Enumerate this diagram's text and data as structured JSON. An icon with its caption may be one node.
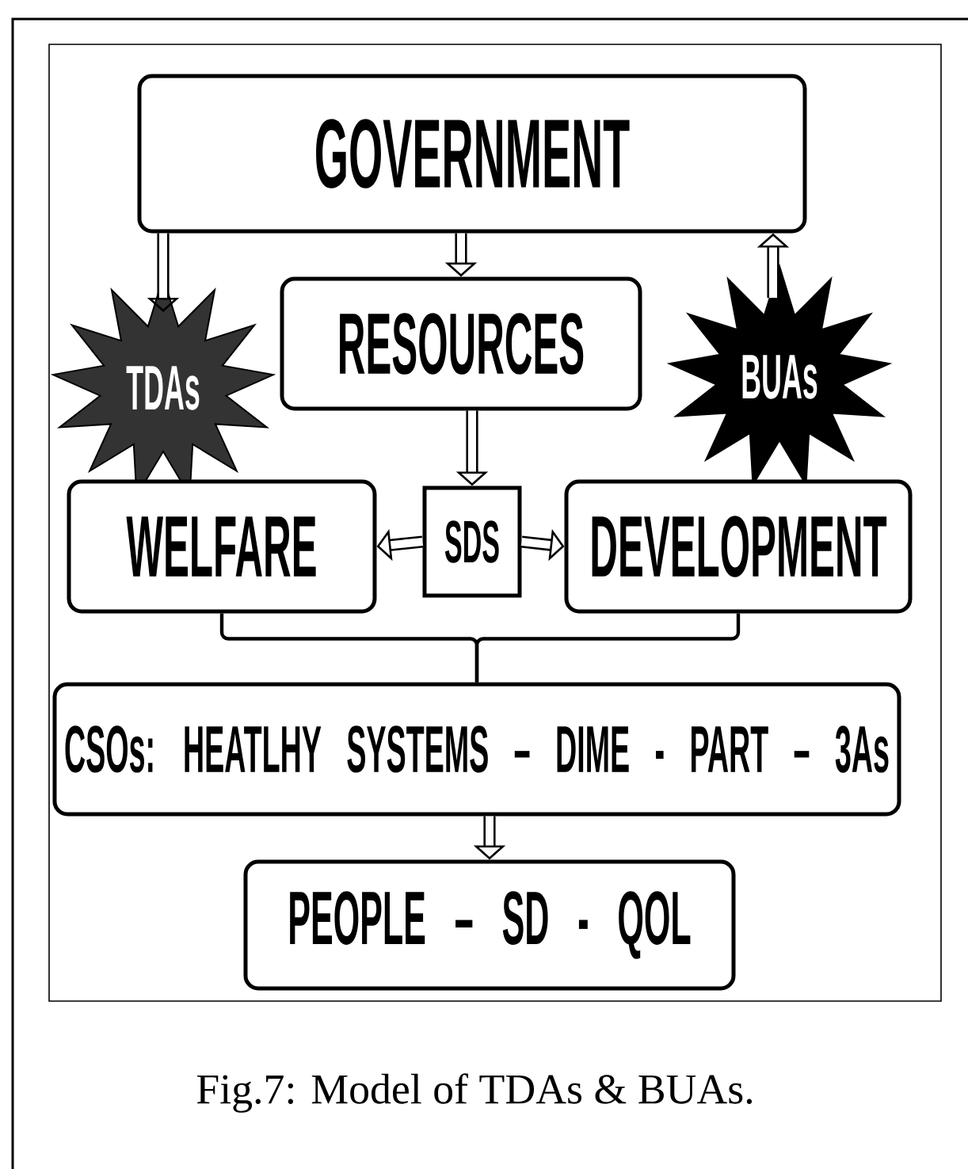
{
  "diagram": {
    "caption": "Fig.7: Model of TDAs & BUAs.",
    "nodes": [
      {
        "text": [
          "GOVERNMENT"
        ]
      },
      {
        "text": [
          "TDAs"
        ]
      },
      {
        "text": [
          "RESOURCES"
        ]
      },
      {
        "text": [
          "BUAs"
        ]
      },
      {
        "text": [
          "WELFARE"
        ]
      },
      {
        "text": [
          "SDS"
        ]
      },
      {
        "text": [
          "DEVELOPMENT"
        ]
      },
      {
        "text": [
          "CSOs: HEATLHY SYSTEMS – DIME - PART – 3As"
        ]
      },
      {
        "text": [
          "PEOPLE – SD - QOL"
        ]
      }
    ],
    "edges": [
      {
        "from": 0,
        "to": 1,
        "arrow": "to"
      },
      {
        "from": 0,
        "to": 2,
        "arrow": "to"
      },
      {
        "from": 3,
        "to": 0,
        "arrow": "to"
      },
      {
        "from": 2,
        "to": 5,
        "arrow": "to"
      },
      {
        "from": 5,
        "to": 4,
        "arrow": "to"
      },
      {
        "from": 5,
        "to": 6,
        "arrow": "to"
      },
      {
        "from": 4,
        "to": 7,
        "arrow": "none"
      },
      {
        "from": 6,
        "to": 7,
        "arrow": "none"
      },
      {
        "from": 7,
        "to": 8,
        "arrow": "to"
      }
    ]
  }
}
